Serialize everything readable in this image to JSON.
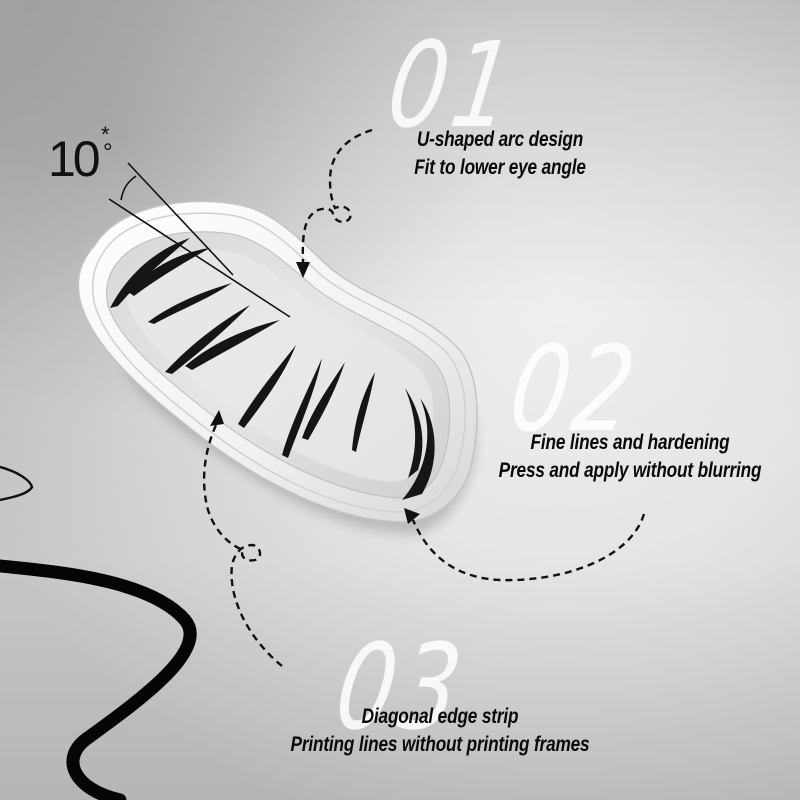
{
  "infographic": {
    "subject": "lower eyelash stamp tool",
    "angle_annotation": {
      "value": "10",
      "degree_symbol": "°",
      "marker": "*"
    },
    "features": [
      {
        "number": "01",
        "title": "U-shaped arc design",
        "subtitle": "Fit to lower eye angle"
      },
      {
        "number": "02",
        "title": "Fine lines and hardening",
        "subtitle": "Press and apply without blurring"
      },
      {
        "number": "03",
        "title": "Diagonal edge strip",
        "subtitle": "Printing lines without printing frames"
      }
    ],
    "icons": {
      "arrow_01": "dashed-curved-arrow-icon",
      "arrow_02": "dashed-curved-arrow-icon",
      "arrow_03": "dashed-curved-arrow-icon",
      "decor": "black-wave-line"
    },
    "colors": {
      "background_light": "#efefef",
      "background_dark": "#bdbdbd",
      "text": "#0a0a0a",
      "number_watermark": "#ffffff",
      "stamp_body": "#f4f4f4",
      "lash": "#1a1a1a"
    }
  }
}
